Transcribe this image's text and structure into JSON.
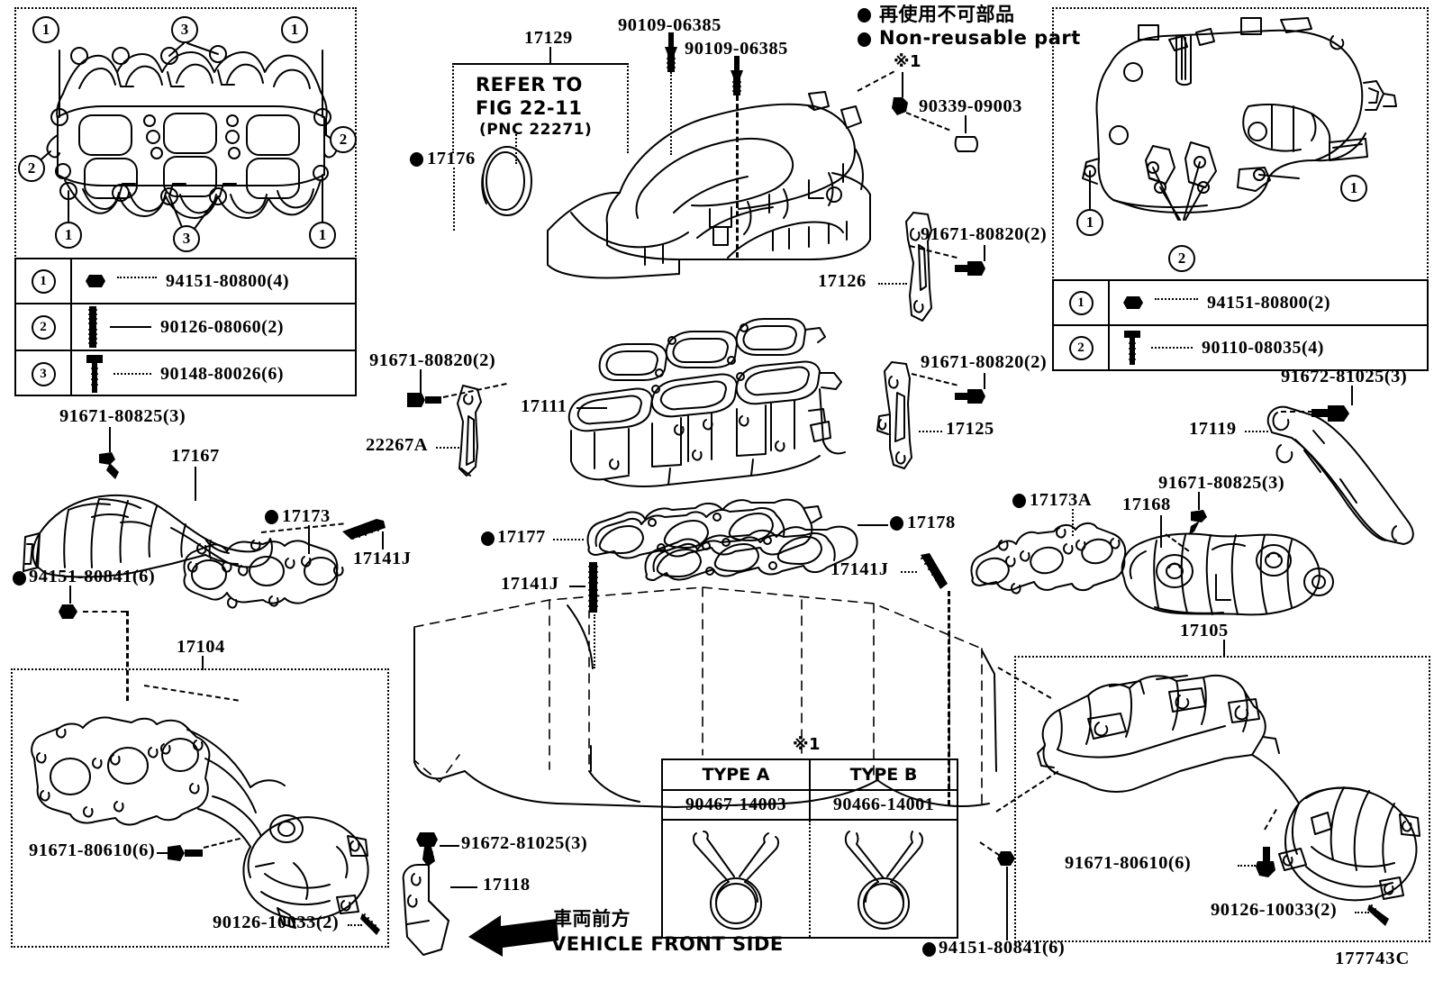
{
  "diagram": {
    "id_code": "177743C",
    "front_note_jp": "車両前方",
    "front_note_en": "VEHICLE FRONT SIDE",
    "nonreusable_jp": "再使用不可部品",
    "nonreusable_en": "Non-reusable part",
    "asterisk_mark": "※1"
  },
  "panel_top_left": {
    "legend": [
      {
        "num": "1",
        "part": "94151-80800(4)",
        "icon": "nut-icon"
      },
      {
        "num": "2",
        "part": "90126-08060(2)",
        "icon": "stud-bolt-icon"
      },
      {
        "num": "3",
        "part": "90148-80026(6)",
        "icon": "flange-bolt-icon"
      }
    ],
    "callouts": [
      "1",
      "3",
      "1",
      "2",
      "2",
      "1",
      "3",
      "1"
    ]
  },
  "panel_top_right": {
    "legend": [
      {
        "num": "1",
        "part": "94151-80800(2)",
        "icon": "nut-icon"
      },
      {
        "num": "2",
        "part": "90110-08035(4)",
        "icon": "flange-bolt-icon"
      }
    ],
    "callouts": [
      "1",
      "1",
      "2"
    ]
  },
  "refer_box": {
    "line1": "REFER TO",
    "line2": "FIG 22-11",
    "line3": "(PNC 22271)",
    "part_number": "17129"
  },
  "type_table": {
    "mark": "※1",
    "headers": [
      "TYPE A",
      "TYPE B"
    ],
    "part_numbers": [
      "90467-14003",
      "90466-14001"
    ]
  },
  "labels": {
    "p17129": "17129",
    "p17176": "17176",
    "p90109_a": "90109-06385",
    "p90109_b": "90109-06385",
    "p90339": "90339-09003",
    "p91671_80820_upper": "91671-80820(2)",
    "p17126": "17126",
    "p91671_80820_mid": "91671-80820(2)",
    "p17125": "17125",
    "p91671_80820_left": "91671-80820(2)",
    "p22267A": "22267A",
    "p17111": "17111",
    "p91671_80825_left": "91671-80825(3)",
    "p17167": "17167",
    "p17173": "17173",
    "p17141J_a": "17141J",
    "p94151_80841_left": "94151-80841(6)",
    "p17104_title": "17104",
    "p91671_80610_left": "91671-80610(6)",
    "p90126_10033_left": "90126-10033(2)",
    "p17177": "17177",
    "p17178": "17178",
    "p17141J_b": "17141J",
    "p17141J_c": "17141J",
    "p17173A": "17173A",
    "p17168": "17168",
    "p91671_80825_right": "91671-80825(3)",
    "p17105_label": "17105",
    "p17119": "17119",
    "p91672_81025_right": "91672-81025(3)",
    "p91672_81025_bottom": "91672-81025(3)",
    "p17118": "17118",
    "p94151_80841_bottom": "94151-80841(6)",
    "p17105_title": "17105",
    "p91671_80610_right": "91671-80610(6)",
    "p90126_10033_right": "90126-10033(2)"
  }
}
